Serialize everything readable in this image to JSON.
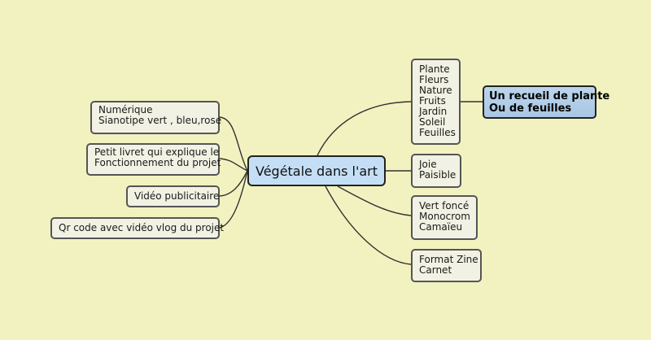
{
  "central": "Végétale dans l'art",
  "left_nodes": [
    {
      "id": "numerique",
      "lines": [
        "Numérique",
        "Sianotipe vert , bleu,rose"
      ]
    },
    {
      "id": "livret",
      "lines": [
        "Petit livret qui explique le",
        "Fonctionnement du projet"
      ]
    },
    {
      "id": "video",
      "lines": [
        "Vidéo publicitaire"
      ]
    },
    {
      "id": "qrcode",
      "lines": [
        "Qr code avec vidéo vlog du projet"
      ]
    }
  ],
  "right_nodes": [
    {
      "id": "plantes",
      "lines": [
        "Plante",
        "Fleurs",
        "Nature",
        "Fruits",
        "Jardin",
        "Soleil",
        "Feuilles"
      ]
    },
    {
      "id": "joie",
      "lines": [
        "Joie",
        "Paisible"
      ]
    },
    {
      "id": "couleurs",
      "lines": [
        "Vert foncé",
        "Monocrom",
        "Camaïeu"
      ]
    },
    {
      "id": "format",
      "lines": [
        "Format Zine",
        "Carnet"
      ]
    }
  ],
  "sub_topic": {
    "lines": [
      "Un recueil de plante",
      "Ou de feuilles"
    ]
  },
  "colors": {
    "background": "#f2f2c0",
    "central_fill": "#c4dff5",
    "node_fill": "#f2f2e4",
    "sub_topic_fill": "#bcd5ec"
  }
}
